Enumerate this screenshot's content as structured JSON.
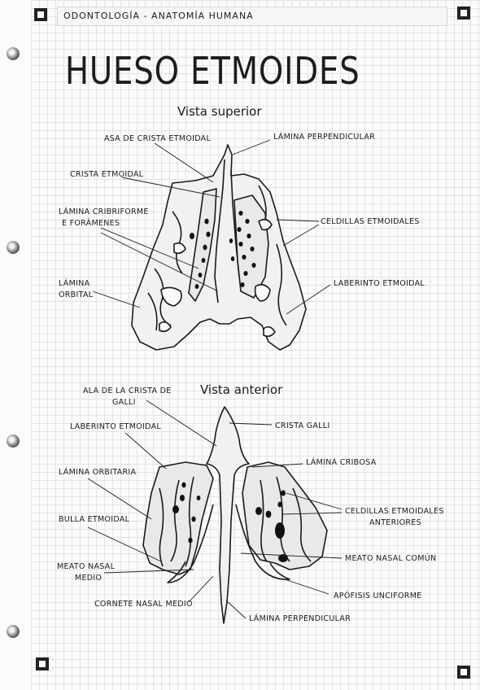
{
  "header": {
    "subject": "ODONTOLOGÍA - ANATOMÍA HUMANA"
  },
  "title": "HUESO ETMOIDES",
  "views": {
    "superior": {
      "title": "Vista superior",
      "labels": {
        "asa_crista": "ASA DE CRISTA ETMOIDAL",
        "lamina_perpendicular": "LÁMINA PERPENDICULAR",
        "crista_etmoidal": "CRISTA ETMOIDAL",
        "lamina_cribiforme_1": "LÁMINA CRIBRIFORME",
        "lamina_cribiforme_2": "E FORÁMENES",
        "celdillas": "CELDILLAS ETMOIDALES",
        "lamina_orbital_1": "LÁMINA",
        "lamina_orbital_2": "ORBITAL",
        "laberinto": "LABERINTO ETMOIDAL"
      }
    },
    "anterior": {
      "title": "Vista anterior",
      "labels": {
        "ala_crista_1": "ALA DE LA CRISTA DE",
        "ala_crista_2": "GALLI",
        "crista_galli": "CRISTA GALLI",
        "laberinto": "LABERINTO ETMOIDAL",
        "lamina_cribosa": "LÁMINA CRIBOSA",
        "lamina_orbitaria": "LÁMINA ORBITARIA",
        "celdillas_1": "CELDILLAS ETMOIDALES",
        "celdillas_2": "ANTERIORES",
        "bulla": "BULLA ETMOIDAL",
        "meato_comun": "MEATO NASAL COMÚN",
        "meato_medio_1": "MEATO NASAL",
        "meato_medio_2": "MEDIO",
        "apofisis": "APÓFISIS UNCIFORME",
        "cornete": "CORNETE NASAL MEDIO",
        "lamina_perpendicular": "LÁMINA PERPENDICULAR"
      }
    }
  }
}
